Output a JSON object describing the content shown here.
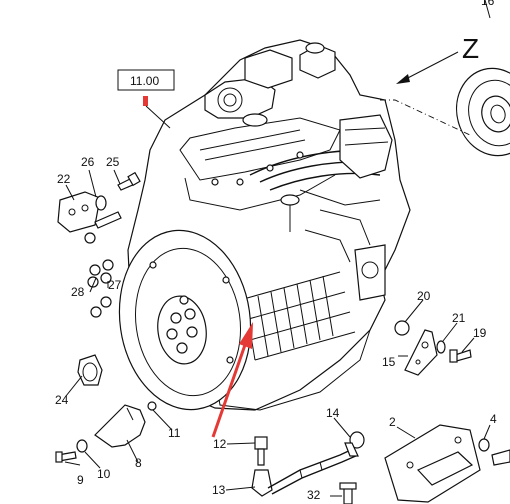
{
  "diagram": {
    "reference_box": "11.00",
    "view_label": "Z",
    "arrow_color": "#e53935",
    "marker_color": "#e53935",
    "callouts": [
      {
        "id": "c26",
        "text": "26"
      },
      {
        "id": "c25",
        "text": "25"
      },
      {
        "id": "c22",
        "text": "22"
      },
      {
        "id": "c28",
        "text": "28"
      },
      {
        "id": "c27",
        "text": "27"
      },
      {
        "id": "c24",
        "text": "24"
      },
      {
        "id": "c9",
        "text": "9"
      },
      {
        "id": "c10",
        "text": "10"
      },
      {
        "id": "c8",
        "text": "8"
      },
      {
        "id": "c11",
        "text": "11"
      },
      {
        "id": "c12",
        "text": "12"
      },
      {
        "id": "c13",
        "text": "13"
      },
      {
        "id": "c14",
        "text": "14"
      },
      {
        "id": "c32",
        "text": "32"
      },
      {
        "id": "c2",
        "text": "2"
      },
      {
        "id": "c4",
        "text": "4"
      },
      {
        "id": "c20",
        "text": "20"
      },
      {
        "id": "c21",
        "text": "21"
      },
      {
        "id": "c19",
        "text": "19"
      },
      {
        "id": "c15",
        "text": "15"
      },
      {
        "id": "c16",
        "text": "16"
      }
    ]
  }
}
